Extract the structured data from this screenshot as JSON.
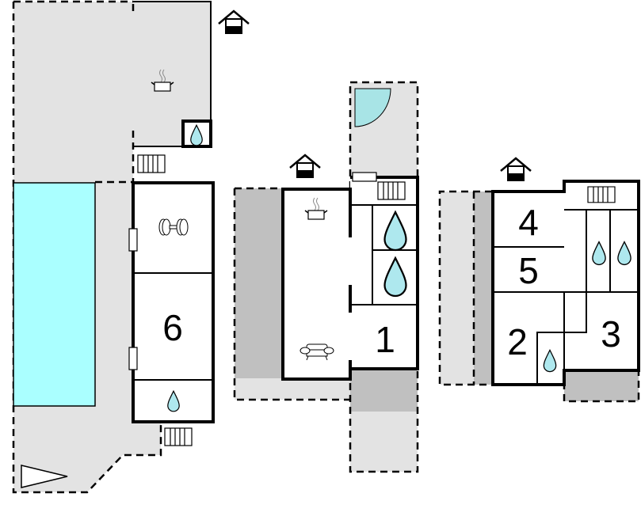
{
  "title": "Floor plan",
  "colors": {
    "pool": "#aaffff",
    "terrace": "#e3e3e3",
    "covered": "#c0c0c0",
    "water": "#aee8ee"
  },
  "rooms": [
    {
      "label": "1"
    },
    {
      "label": "2"
    },
    {
      "label": "3"
    },
    {
      "label": "4"
    },
    {
      "label": "5"
    },
    {
      "label": "6"
    }
  ],
  "icons": [
    "entrance-icon",
    "kitchen-icon",
    "shower-icon",
    "stairs-icon",
    "fitness-icon",
    "sofa-icon",
    "door-icon",
    "north-arrow-icon",
    "pool"
  ]
}
